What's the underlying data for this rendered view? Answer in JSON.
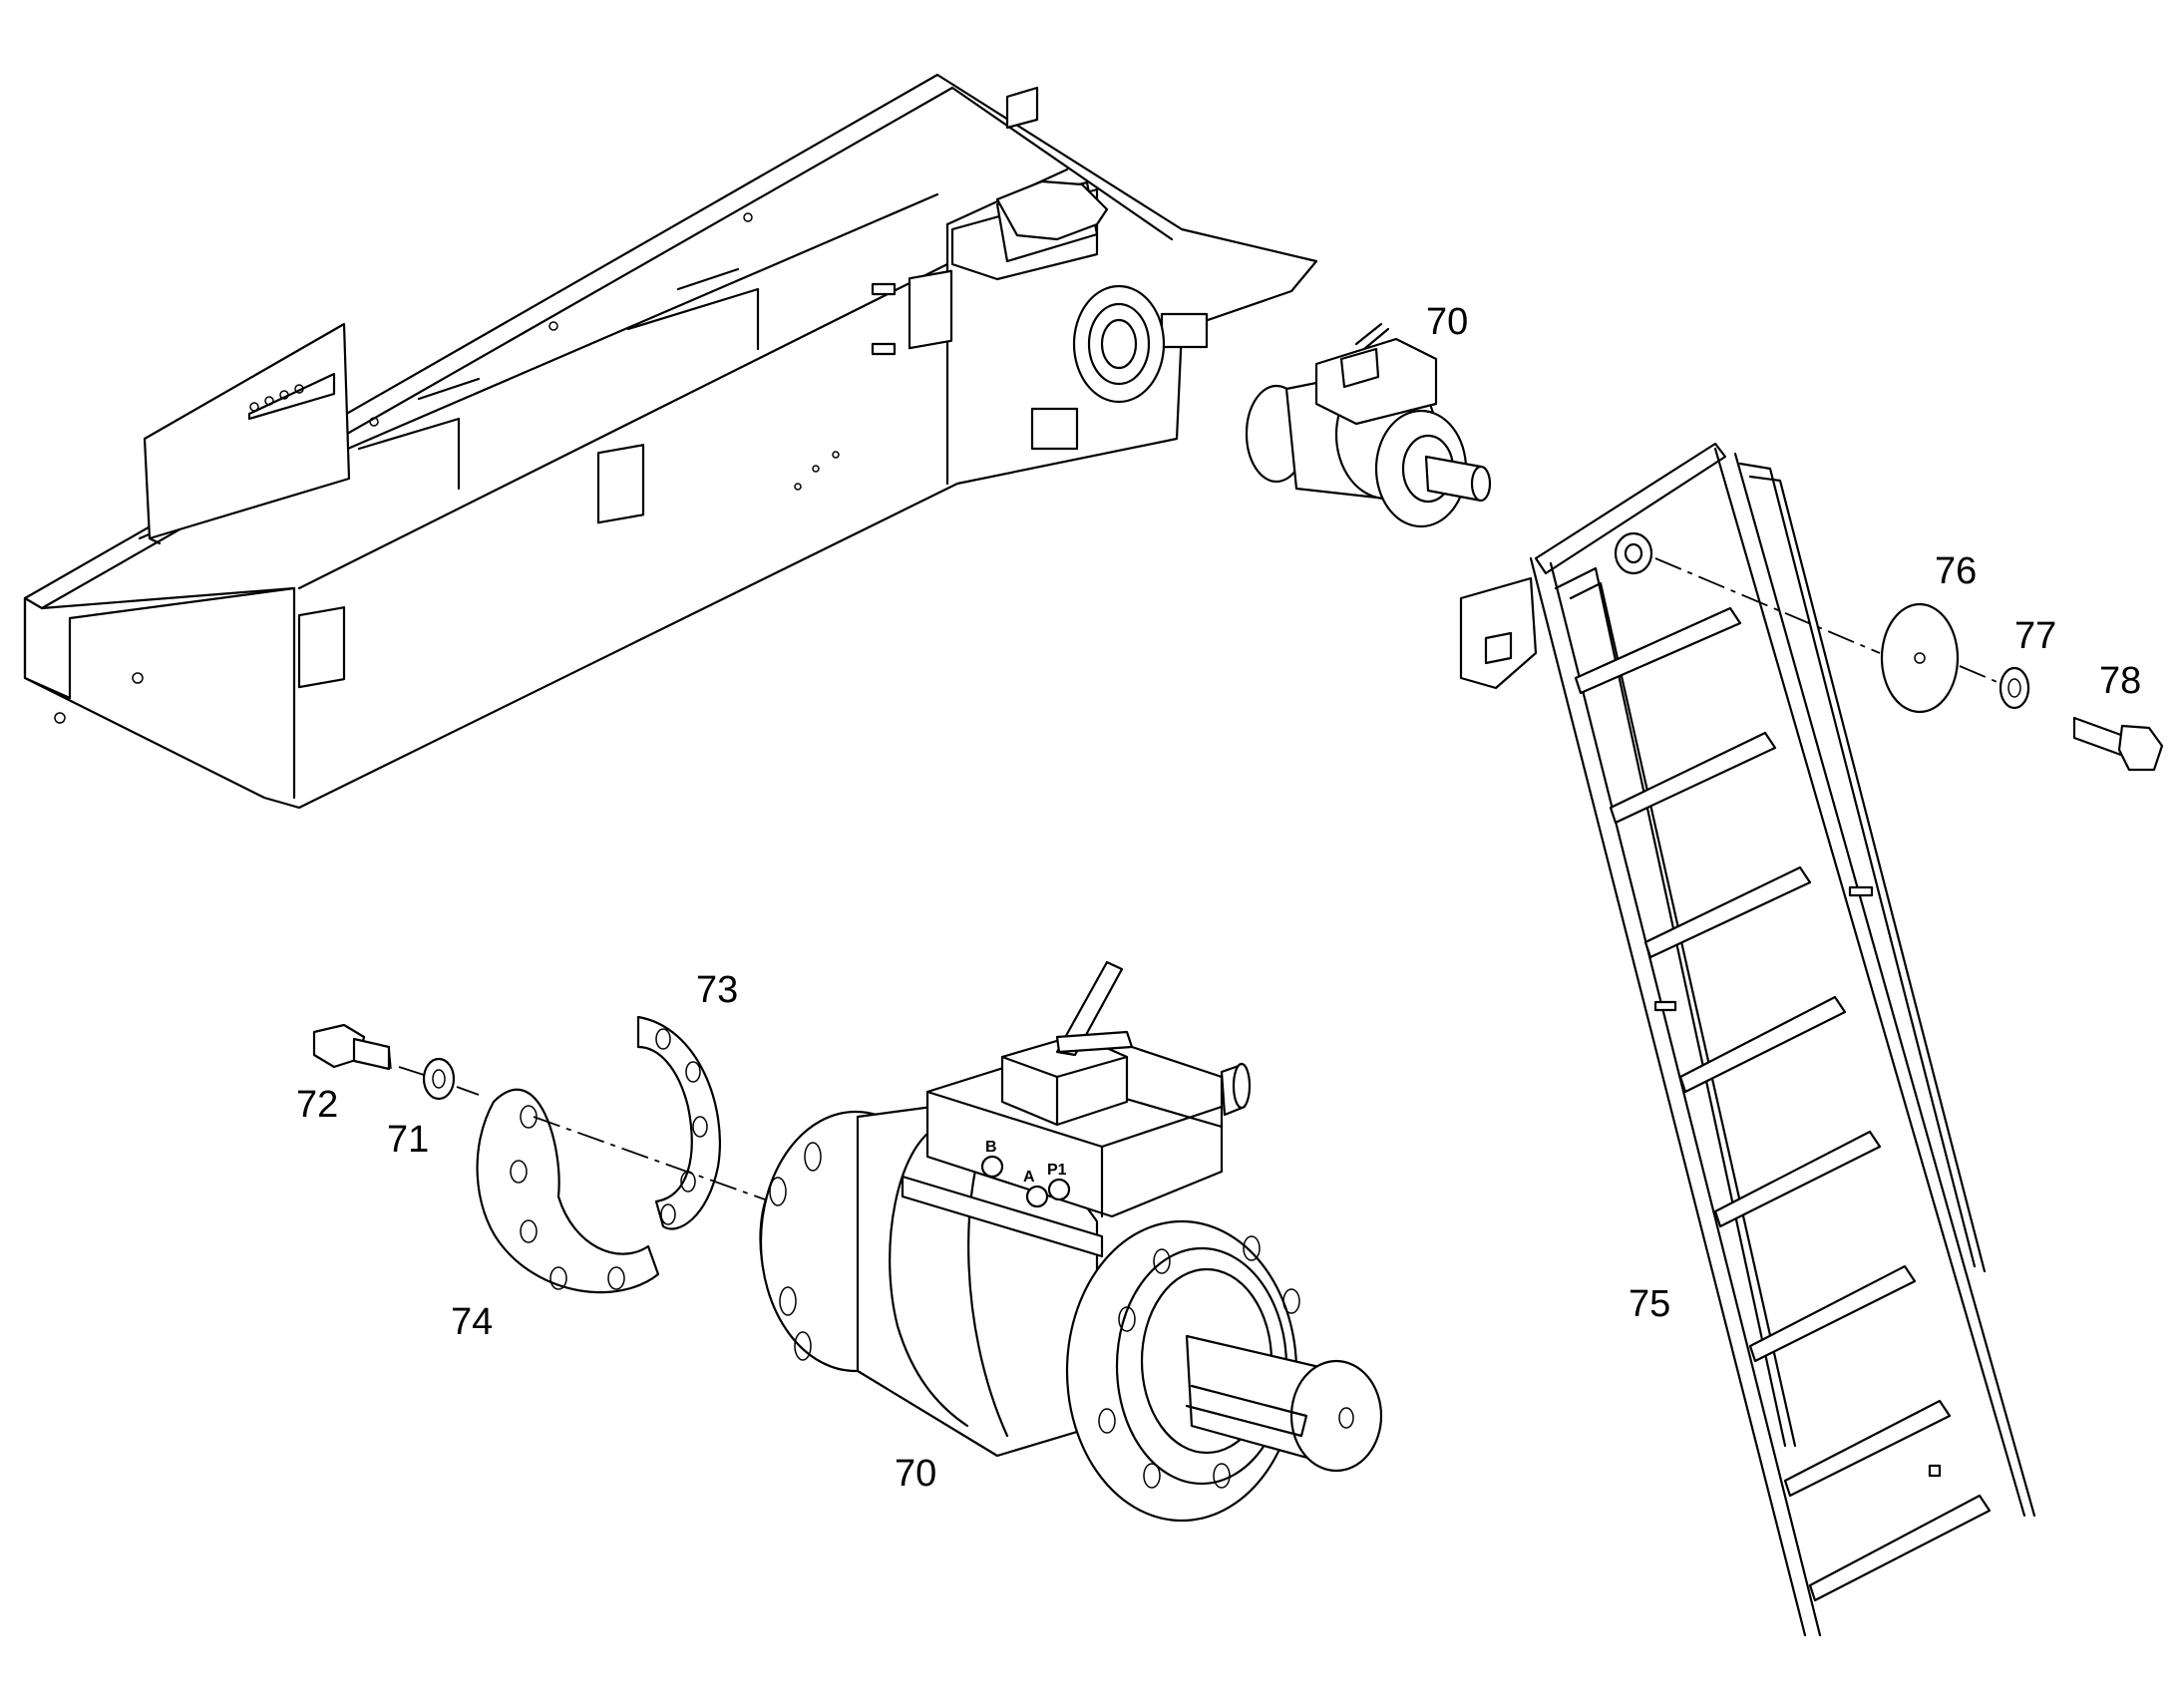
{
  "callouts": [
    {
      "id": "frame-motor",
      "text": "70"
    },
    {
      "id": "motor",
      "text": "70"
    },
    {
      "id": "washer-71",
      "text": "71"
    },
    {
      "id": "bolt-72",
      "text": "72"
    },
    {
      "id": "ring-73",
      "text": "73"
    },
    {
      "id": "ring-74",
      "text": "74"
    },
    {
      "id": "ladder",
      "text": "75"
    },
    {
      "id": "disc-76",
      "text": "76"
    },
    {
      "id": "washer-77",
      "text": "77"
    },
    {
      "id": "bolt-78",
      "text": "78"
    }
  ],
  "port_markings": [
    "B",
    "A",
    "P1"
  ]
}
